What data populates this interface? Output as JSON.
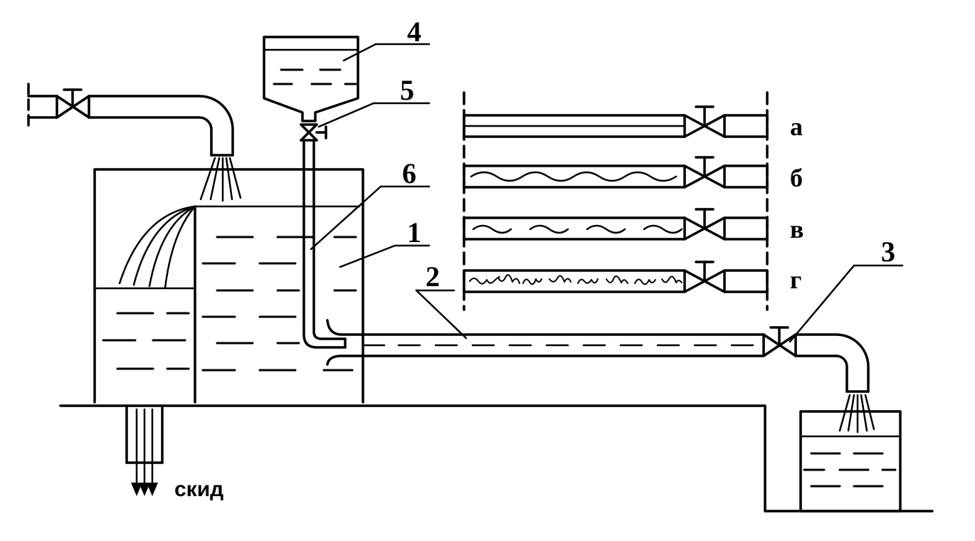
{
  "numbers": {
    "n1": "1",
    "n2": "2",
    "n3": "3",
    "n4": "4",
    "n5": "5",
    "n6": "6"
  },
  "flow_regimes": {
    "a": "а",
    "b": "б",
    "v": "в",
    "g": "г"
  },
  "drain_label": "скид"
}
